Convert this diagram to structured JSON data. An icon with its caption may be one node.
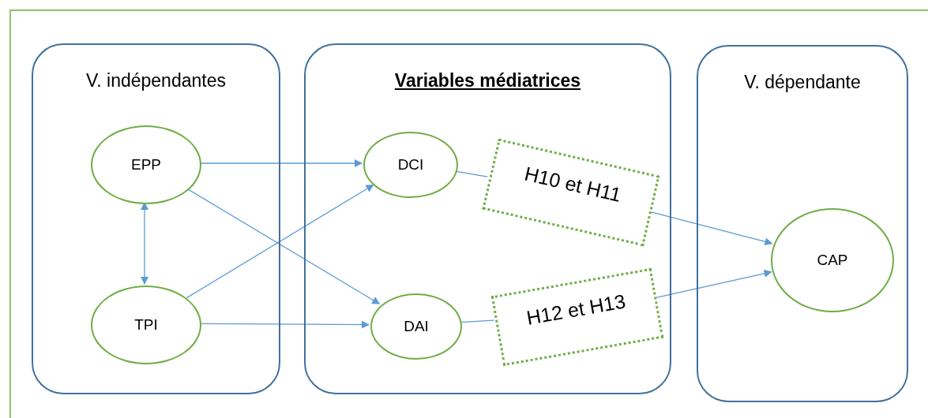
{
  "diagram": {
    "nodes": [
      {
        "text": [
          "V. indépendantes"
        ]
      },
      {
        "text": [
          "EPP"
        ],
        "in": 0
      },
      {
        "text": [
          "TPI"
        ],
        "in": 0
      },
      {
        "text": [
          "Variables médiatrices"
        ]
      },
      {
        "text": [
          "DCI"
        ],
        "in": 3
      },
      {
        "text": [
          "H10 et H11"
        ],
        "in": 3
      },
      {
        "text": [
          "DAI"
        ],
        "in": 3
      },
      {
        "text": [
          "H12 et H13"
        ],
        "in": 3
      },
      {
        "text": [
          "V. dépendante"
        ]
      },
      {
        "text": [
          "CAP"
        ],
        "in": 8
      }
    ],
    "edges": [
      {
        "from": 1,
        "to": 4,
        "arrow": "to"
      },
      {
        "from": 1,
        "to": 6,
        "arrow": "to"
      },
      {
        "from": 2,
        "to": 4,
        "arrow": "to"
      },
      {
        "from": 2,
        "to": 6,
        "arrow": "to"
      },
      {
        "from": 1,
        "to": 2,
        "arrow": "both"
      },
      {
        "from": 4,
        "to": 5,
        "arrow": "none"
      },
      {
        "from": 5,
        "to": 9,
        "arrow": "to"
      },
      {
        "from": 6,
        "to": 7,
        "arrow": "none"
      },
      {
        "from": 7,
        "to": 9,
        "arrow": "to"
      }
    ]
  }
}
